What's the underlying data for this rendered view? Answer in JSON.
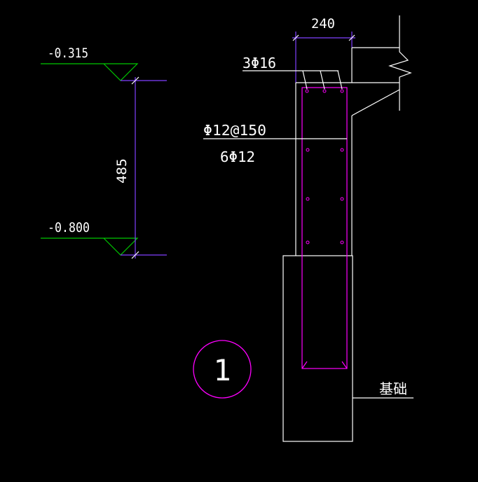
{
  "drawing": {
    "elevations": {
      "top": "-0.315",
      "bottom": "-0.800",
      "height_dimension": "485"
    },
    "beam": {
      "width_dimension": "240",
      "top_bars": "3Φ16",
      "stirrups": "Φ12@150",
      "side_bars": "6Φ12"
    },
    "foundation_label": "基础",
    "section_mark": "1",
    "colors": {
      "background": "#000000",
      "outline": "#ffffff",
      "rebar": "#ff00ff",
      "dimension": "#8040ff",
      "elevation_mark": "#00c800"
    }
  }
}
